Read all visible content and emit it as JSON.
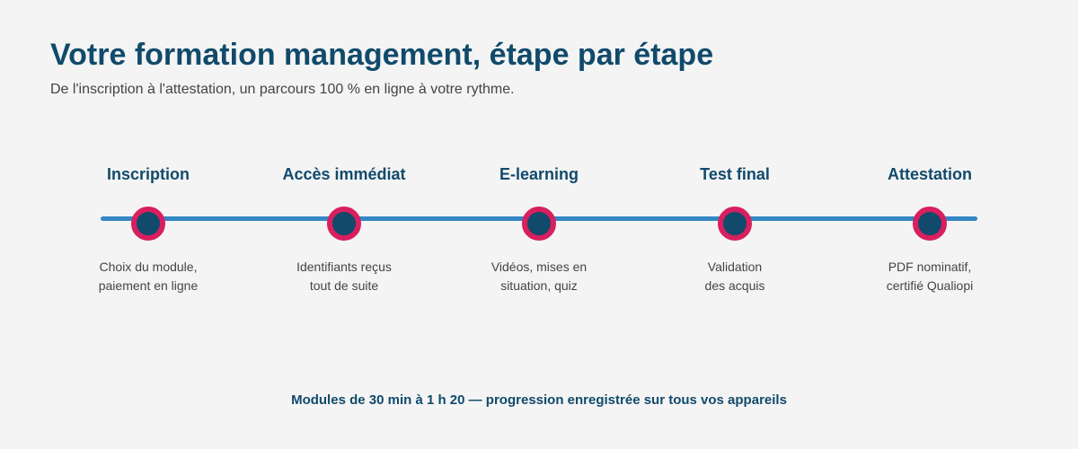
{
  "header": {
    "title": "Votre formation management, étape par étape",
    "subtitle": "De l'inscription à l'attestation, un parcours 100 % en ligne à votre rythme."
  },
  "colors": {
    "title": "#114a6b",
    "line": "#3388c4",
    "node_fill": "#114a6b",
    "node_ring": "#d81f5f",
    "body_text": "#444444",
    "background": "#f4f4f4"
  },
  "steps": [
    {
      "label": "Inscription",
      "desc_line1": "Choix du module,",
      "desc_line2": "paiement en ligne"
    },
    {
      "label": "Accès immédiat",
      "desc_line1": "Identifiants reçus",
      "desc_line2": "tout de suite"
    },
    {
      "label": "E-learning",
      "desc_line1": "Vidéos, mises en",
      "desc_line2": "situation, quiz"
    },
    {
      "label": "Test final",
      "desc_line1": "Validation",
      "desc_line2": "des acquis"
    },
    {
      "label": "Attestation",
      "desc_line1": "PDF nominatif,",
      "desc_line2": "certifié Qualiopi"
    }
  ],
  "footer": {
    "note": "Modules de 30 min à 1 h 20 — progression enregistrée sur tous vos appareils"
  }
}
